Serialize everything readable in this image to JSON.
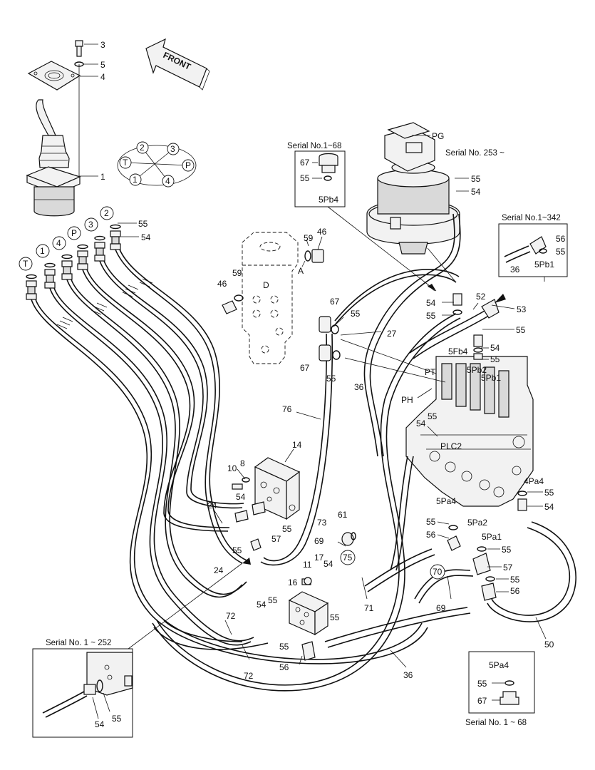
{
  "front_arrow": "FRONT",
  "pattern": {
    "nodes": [
      "2",
      "3",
      "T",
      "P",
      "1",
      "4"
    ]
  },
  "port_tags": [
    "T",
    "1",
    "4",
    "P",
    "3",
    "2"
  ],
  "callouts": {
    "c3": "3",
    "c5": "5",
    "c4": "4",
    "c1": "1",
    "c55a": "55",
    "c54a": "54",
    "c59a": "59",
    "c46a": "46",
    "cA": "A",
    "c59b": "59",
    "c46b": "46",
    "cD": "D",
    "cPG": "PG",
    "c55b": "55",
    "c54b": "54",
    "c56a": "56",
    "c55c": "55",
    "c5Pb1a": "5Pb1",
    "c36a": "36",
    "c52": "52",
    "c53": "53",
    "c54c": "54",
    "c55d": "55",
    "c55e": "55",
    "c5Fb4": "5Fb4",
    "c54d": "54",
    "c55f": "55",
    "c67a": "67",
    "c55g": "55",
    "c27": "27",
    "c67b": "67",
    "c55h": "55",
    "cPT": "PT",
    "c5Pb2": "5Pb2",
    "c5Pb1b": "5Pb1",
    "c36b": "36",
    "cPH": "PH",
    "c76": "76",
    "c55i": "55",
    "c54e": "54",
    "cPLC2": "PLC2",
    "c14": "14",
    "c8": "8",
    "c10": "10",
    "c54f": "54",
    "c24a": "24",
    "c55j": "55",
    "c57a": "57",
    "c55k": "55",
    "c24b": "24",
    "c73": "73",
    "c61": "61",
    "c69a": "69",
    "c75": "75",
    "c4Pa4": "4Pa4",
    "c55l": "55",
    "c54g": "54",
    "c5Pa4": "5Pa4",
    "c55m": "55",
    "c56b": "56",
    "c5Pa2": "5Pa2",
    "c5Pa1": "5Pa1",
    "c55n": "55",
    "c57b": "57",
    "c55o": "55",
    "c56c": "56",
    "c11": "11",
    "c17": "17",
    "c54h": "54",
    "c16": "16",
    "c55p": "55",
    "c54i": "54",
    "c55q": "55",
    "c55r": "55",
    "c71": "71",
    "c70": "70",
    "c69b": "69",
    "c72a": "72",
    "c55s": "55",
    "c56d": "56",
    "c72b": "72",
    "c50": "50",
    "c36c": "36"
  },
  "insets": {
    "serial_1_68_top": {
      "title": "Serial No.1~68",
      "part_a": "67",
      "part_b": "55",
      "port": "5Pb4"
    },
    "serial_253": {
      "title": "Serial No. 253 ~"
    },
    "serial_1_342": {
      "title": "Serial No.1~342"
    },
    "serial_1_252": {
      "title": "Serial No. 1 ~ 252",
      "part_a": "54",
      "part_b": "55"
    },
    "serial_1_68_bottom": {
      "title": "Serial No. 1 ~ 68",
      "port": "5Pa4",
      "part_a": "55",
      "part_b": "67"
    }
  }
}
